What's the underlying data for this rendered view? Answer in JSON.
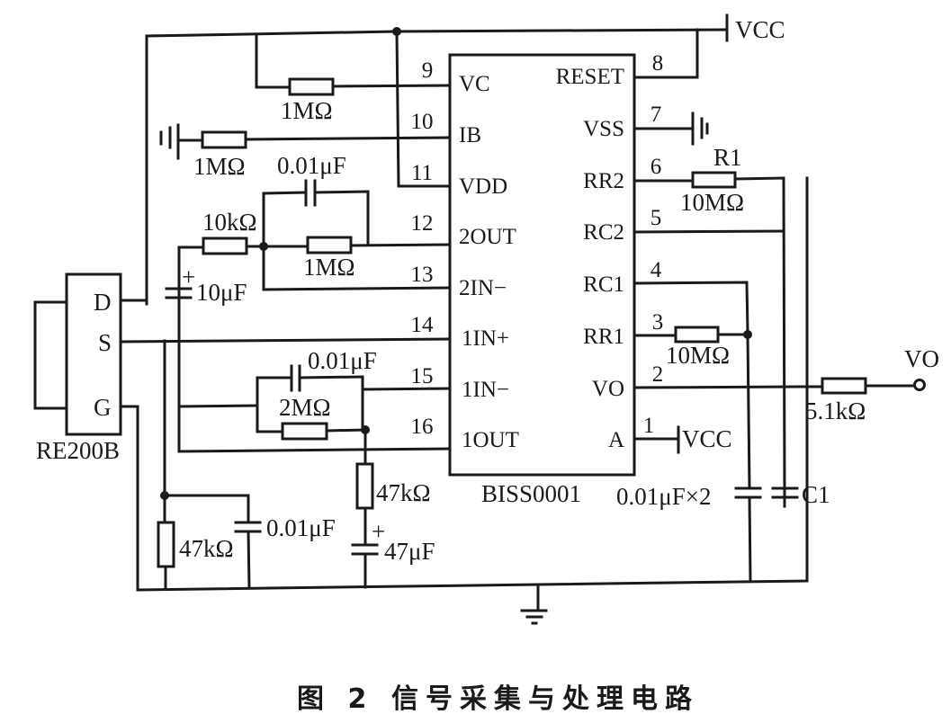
{
  "figure": {
    "caption_number": "图 2",
    "caption_title": "信号采集与处理电路"
  },
  "ic": {
    "name": "BISS0001",
    "left_pins": [
      {
        "num": "9",
        "name": "VC"
      },
      {
        "num": "10",
        "name": "IB"
      },
      {
        "num": "11",
        "name": "VDD"
      },
      {
        "num": "12",
        "name": "2OUT"
      },
      {
        "num": "13",
        "name": "2IN−"
      },
      {
        "num": "14",
        "name": "1IN+"
      },
      {
        "num": "15",
        "name": "1IN−"
      },
      {
        "num": "16",
        "name": "1OUT"
      }
    ],
    "right_pins": [
      {
        "num": "8",
        "name": "RESET"
      },
      {
        "num": "7",
        "name": "VSS"
      },
      {
        "num": "6",
        "name": "RR2"
      },
      {
        "num": "5",
        "name": "RC2"
      },
      {
        "num": "4",
        "name": "RC1"
      },
      {
        "num": "3",
        "name": "RR1"
      },
      {
        "num": "2",
        "name": "VO"
      },
      {
        "num": "1",
        "name": "A"
      }
    ]
  },
  "sensor": {
    "name": "RE200B",
    "pins": [
      "D",
      "S",
      "G"
    ]
  },
  "power": {
    "vcc_top": "VCC",
    "vcc_pin_a": "VCC",
    "output": "VO"
  },
  "components": {
    "r_vc": "1MΩ",
    "r_ib": "1MΩ",
    "c_2out_fb": "0.01μF",
    "r_10k": "10kΩ",
    "r_2out_fb": "1MΩ",
    "c_10u": "10μF",
    "c_1in_fb": "0.01μF",
    "r_1in_fb": "2MΩ",
    "r_47k_right": "47kΩ",
    "c_47u": "47μF",
    "r_47k_left": "47kΩ",
    "c_s_bypass": "0.01μF",
    "r1_name": "R1",
    "r1_value": "10MΩ",
    "r_rr1": "10MΩ",
    "r_out": "5.1kΩ",
    "c_timing": "0.01μF×2",
    "c1_name": "C1",
    "plus_sign": "+"
  }
}
